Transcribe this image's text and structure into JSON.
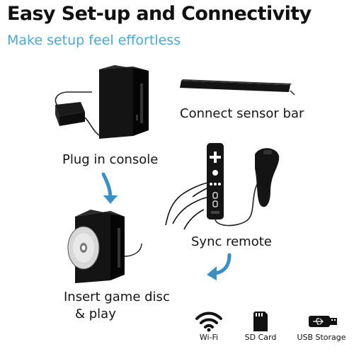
{
  "header": {
    "title": "Easy Set-up and Connectivity",
    "subtitle": "Make setup feel effortless"
  },
  "steps": {
    "plug_in": "Plug in console",
    "sensor_bar": "Connect sensor bar",
    "sync_remote": "Sync remote",
    "insert_disc_line1": "Insert game disc",
    "insert_disc_line2": "& play"
  },
  "features": [
    {
      "label": "Wi-Fi",
      "icon": "wifi-icon"
    },
    {
      "label": "SD Card",
      "icon": "sd-card-icon"
    },
    {
      "label": "USB Storage",
      "icon": "usb-icon"
    }
  ],
  "colors": {
    "accent": "#4aa8d8",
    "arrow": "#3a8fc4",
    "device": "#141414"
  }
}
